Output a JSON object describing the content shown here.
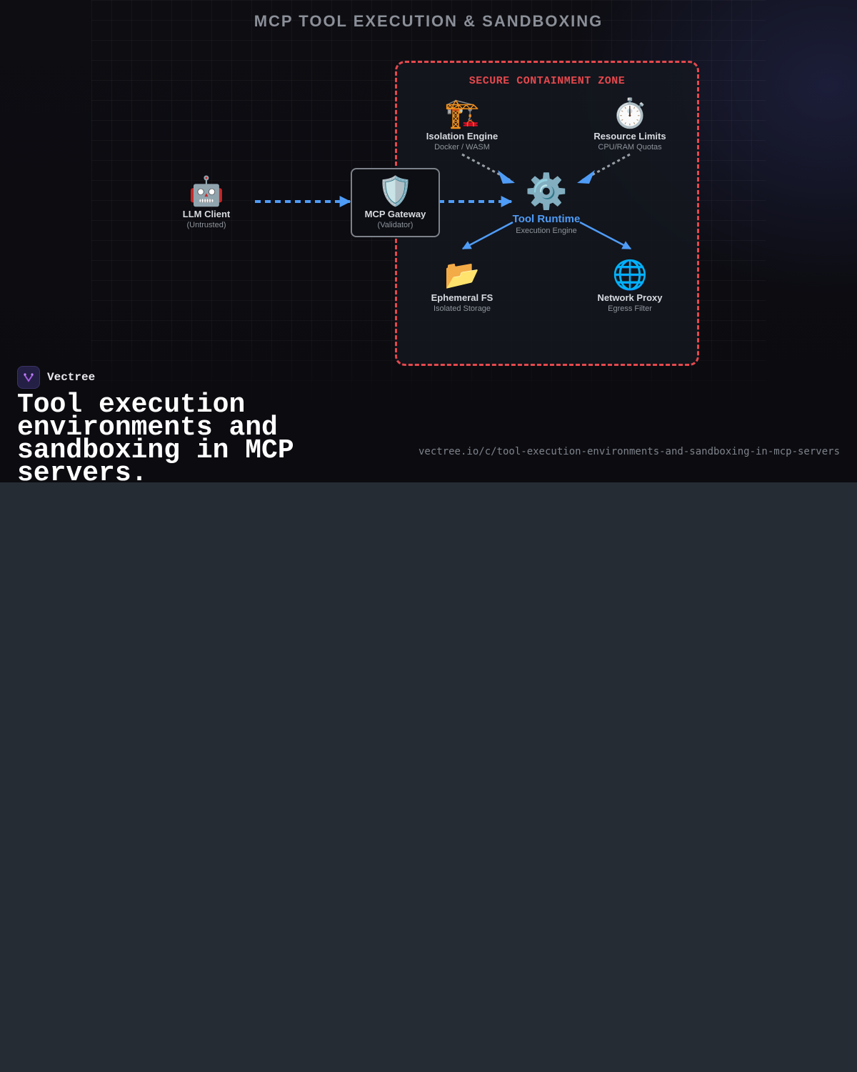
{
  "diagram": {
    "title": "MCP TOOL EXECUTION & SANDBOXING",
    "zone_label": "SECURE CONTAINMENT ZONE",
    "nodes": {
      "llm_client": {
        "icon": "robot-icon",
        "glyph": "🤖",
        "name": "LLM Client",
        "sub": "(Untrusted)"
      },
      "gateway": {
        "icon": "shield-icon",
        "glyph": "🛡️",
        "name": "MCP Gateway",
        "sub": "(Validator)"
      },
      "isolation": {
        "icon": "crane-icon",
        "glyph": "🏗️",
        "name": "Isolation Engine",
        "sub": "Docker / WASM"
      },
      "limits": {
        "icon": "stopwatch-icon",
        "glyph": "⏱️",
        "name": "Resource Limits",
        "sub": "CPU/RAM Quotas"
      },
      "runtime": {
        "icon": "gear-icon",
        "glyph": "⚙️",
        "name": "Tool Runtime",
        "sub": "Execution Engine"
      },
      "fs": {
        "icon": "folder-icon",
        "glyph": "📂",
        "name": "Ephemeral FS",
        "sub": "Isolated Storage"
      },
      "proxy": {
        "icon": "globe-icon",
        "glyph": "🌐",
        "name": "Network Proxy",
        "sub": "Egress Filter"
      }
    },
    "colors": {
      "zone": "#e5484d",
      "flow": "#4f9cf7",
      "dependency": "#9aa0a8"
    }
  },
  "footer": {
    "brand": "Vectree",
    "headline": "Tool execution environments and sandboxing in MCP servers.",
    "url": "vectree.io/c/tool-execution-environments-and-sandboxing-in-mcp-servers"
  }
}
